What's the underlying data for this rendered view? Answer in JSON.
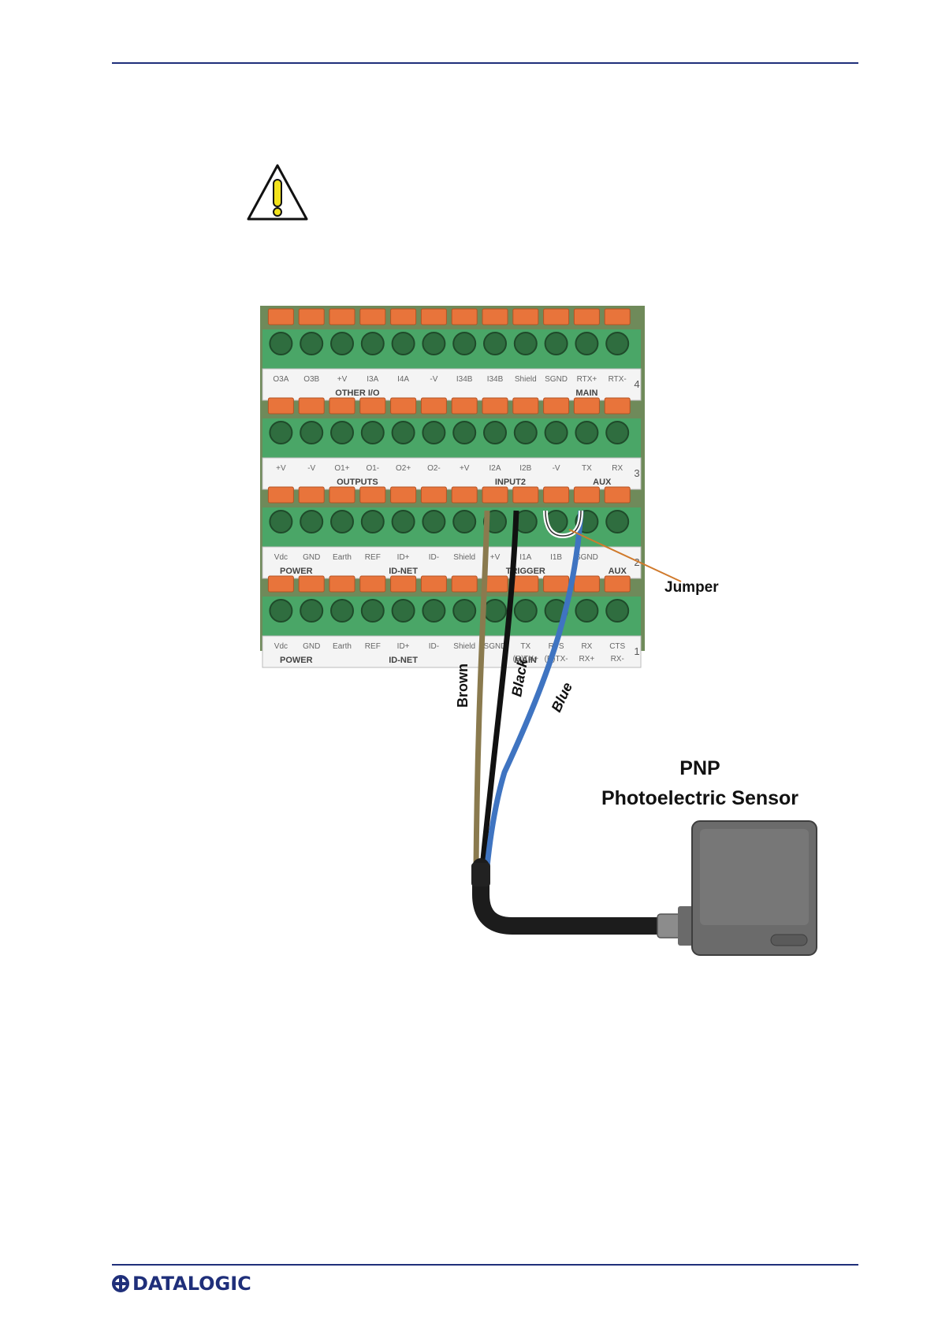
{
  "header": {},
  "rows": [
    {
      "id": "row-4",
      "number": "4",
      "terminals": [
        "O3A",
        "O3B",
        "+V",
        "I3A",
        "I4A",
        "-V",
        "I34B",
        "I34B",
        "Shield",
        "SGND",
        "RTX+",
        "RTX-"
      ],
      "groups": [
        "OTHER I/O",
        "MAIN"
      ]
    },
    {
      "id": "row-3",
      "number": "3",
      "terminals": [
        "+V",
        "-V",
        "O1+",
        "O1-",
        "O2+",
        "O2-",
        "+V",
        "I2A",
        "I2B",
        "-V",
        "TX",
        "RX"
      ],
      "groups": [
        "OUTPUTS",
        "INPUT2",
        "AUX"
      ]
    },
    {
      "id": "row-2",
      "number": "2",
      "terminals": [
        "Vdc",
        "GND",
        "Earth",
        "REF",
        "ID+",
        "ID-",
        "Shield",
        "+V",
        "I1A",
        "I1B",
        "SGND"
      ],
      "groups": [
        "POWER",
        "ID-NET",
        "TRIGGER",
        "AUX"
      ]
    },
    {
      "id": "row-1",
      "number": "1",
      "terminals": [
        "Vdc",
        "GND",
        "Earth",
        "REF",
        "ID+",
        "ID-",
        "Shield",
        "SGND",
        "TX",
        "RTS",
        "RX",
        "CTS",
        "(R)TX+",
        "(R)TX-",
        "RX+",
        "RX-"
      ],
      "groups": [
        "POWER",
        "ID-NET",
        "MAIN"
      ]
    }
  ],
  "labels": {
    "jumper": "Jumper",
    "brown": "Brown",
    "black": "Black",
    "blue": "Blue",
    "sensor_line1": "PNP",
    "sensor_line2": "Photoelectric Sensor"
  },
  "footer": {
    "brand": "DATALOGIC"
  },
  "colors": {
    "rule": "#1f2f7a",
    "terminal_green": "#4aa667",
    "lever_orange": "#e8743b",
    "wire_brown": "#8a7a4e",
    "wire_black": "#111111",
    "wire_blue": "#3f74c1",
    "jumper_line": "#d07a2c"
  },
  "icons": {
    "warning": "warning-triangle-icon"
  }
}
